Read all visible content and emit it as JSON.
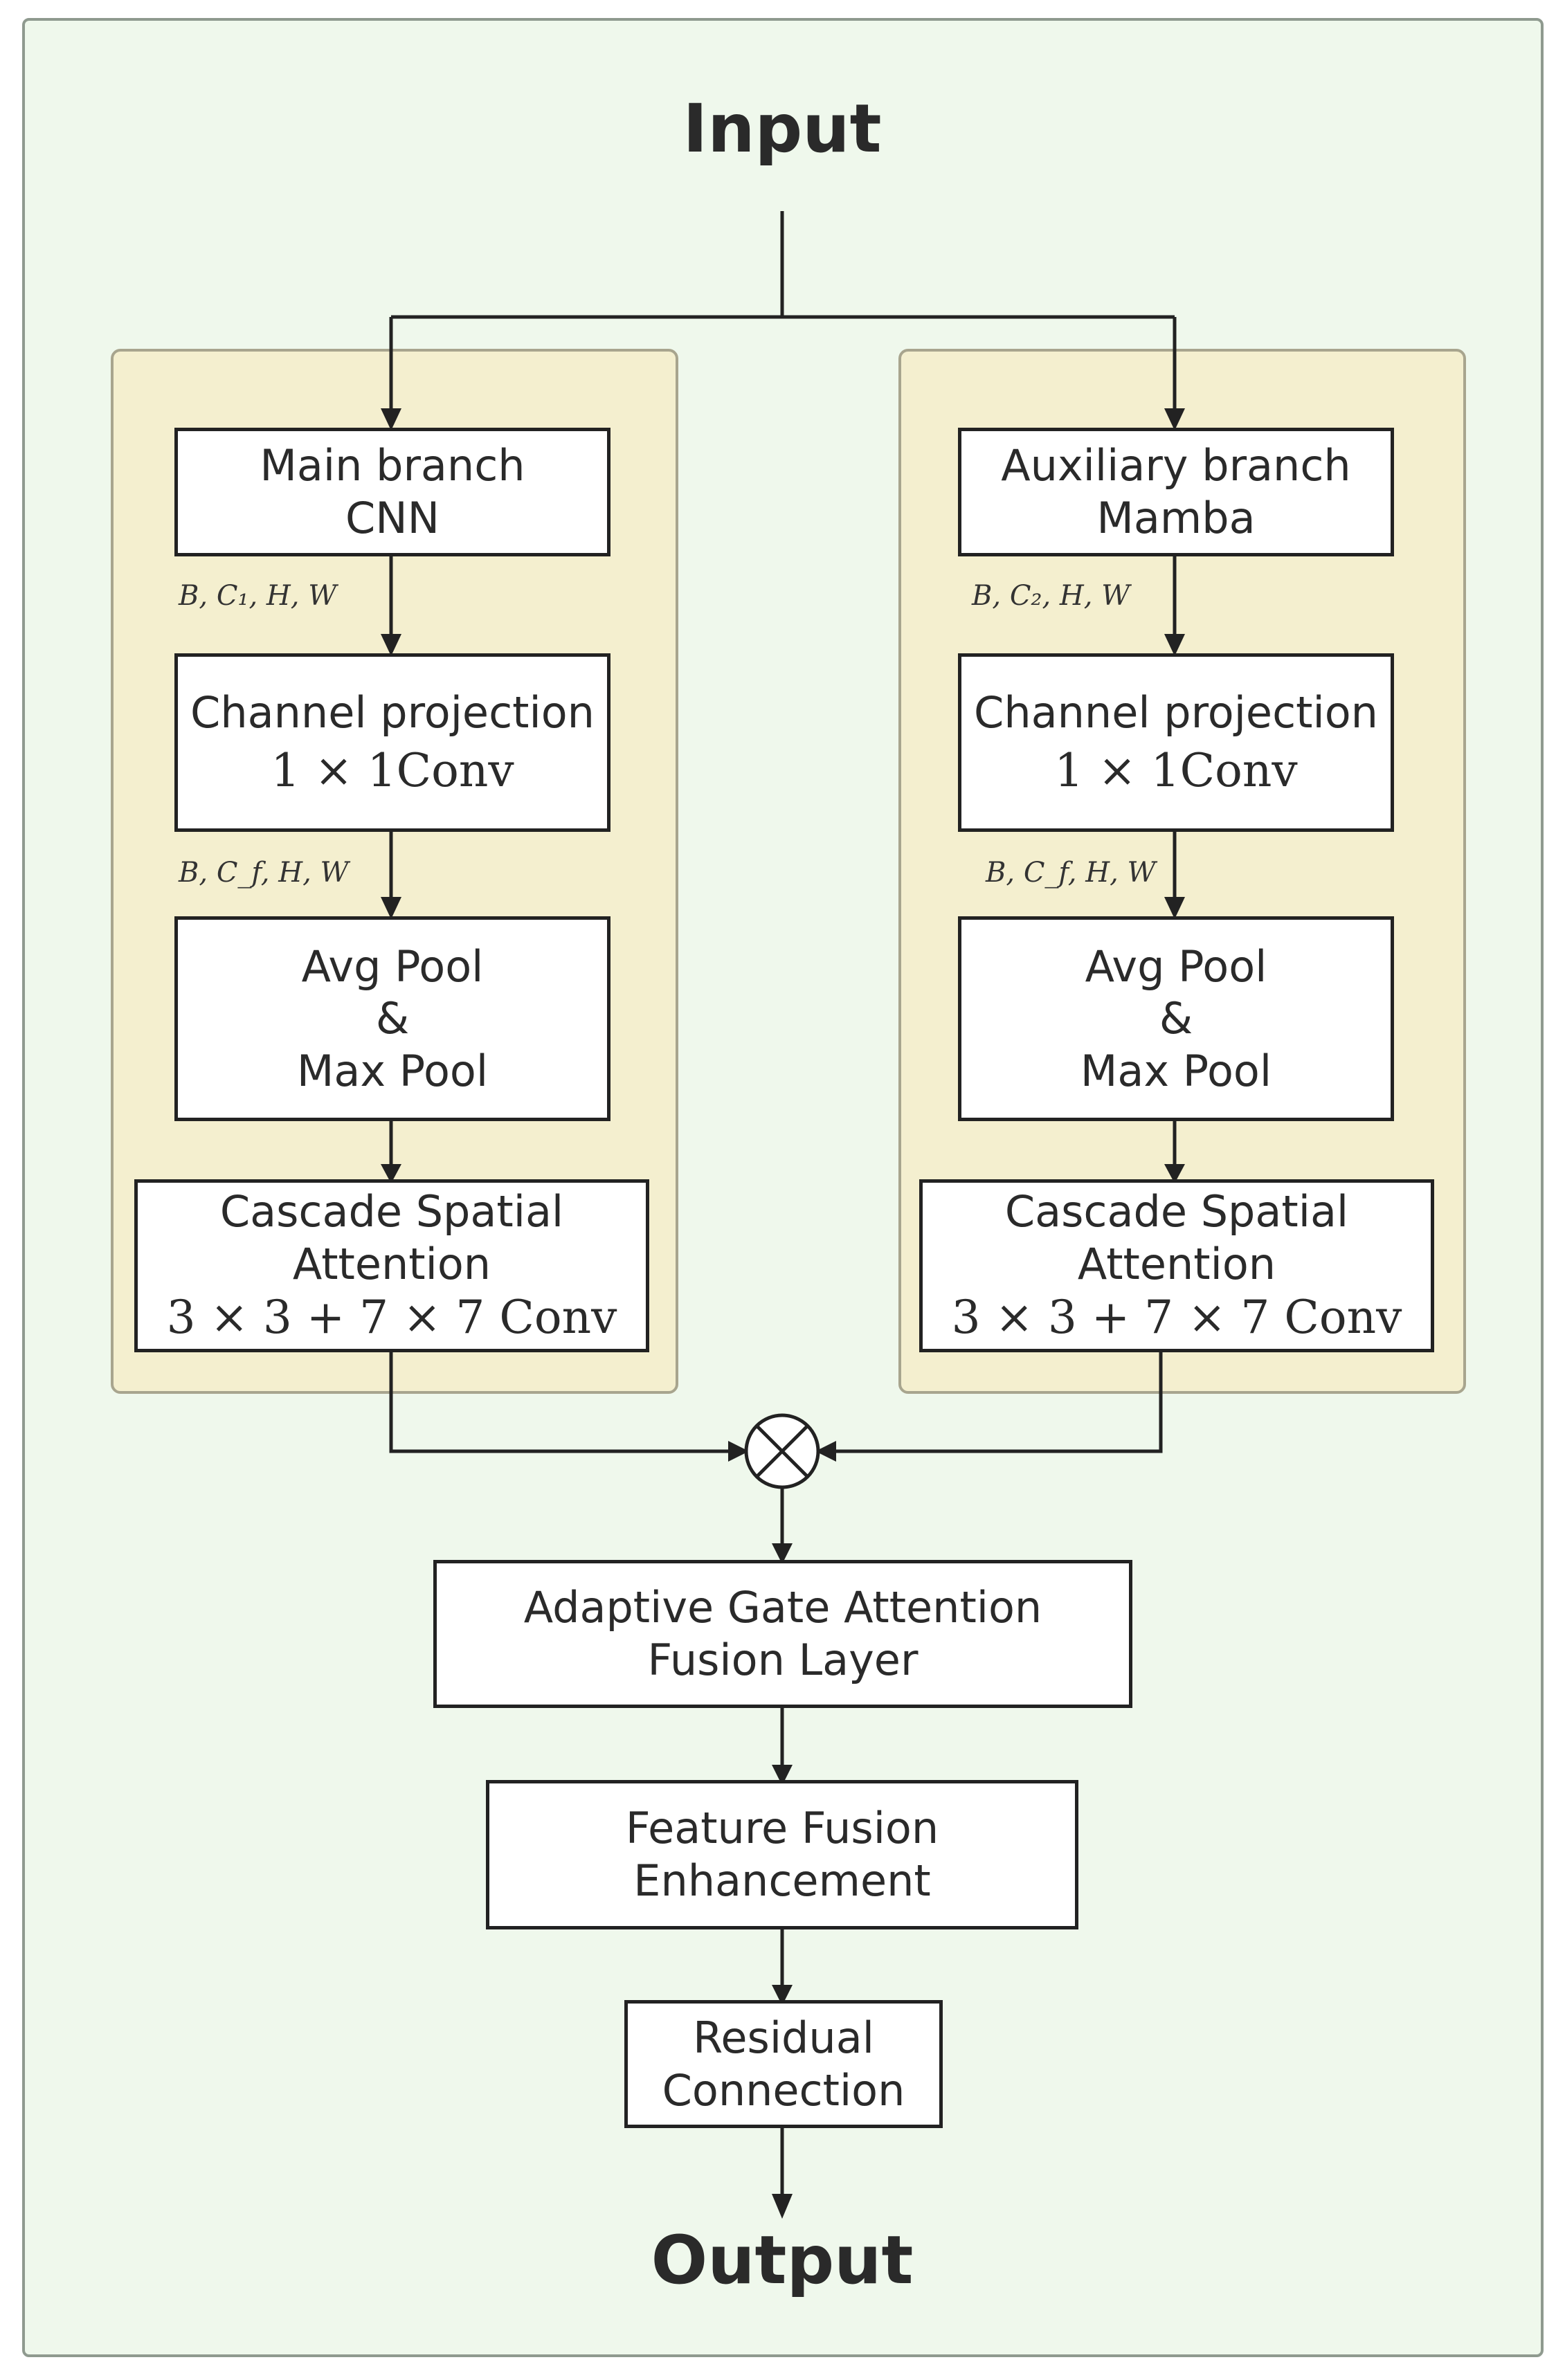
{
  "title": "Input",
  "output": "Output",
  "left_branch": {
    "branch": [
      "Main branch",
      "CNN"
    ],
    "shape_1": "B, C₁, H, W",
    "proj": {
      "title": "Channel projection",
      "math": "1 × 1Conv"
    },
    "shape_2": "B, C_f, H, W",
    "pool": [
      "Avg Pool",
      "&",
      "Max Pool"
    ],
    "csa": {
      "title": [
        "Cascade Spatial",
        "Attention"
      ],
      "math": "3 × 3 + 7 × 7  Conv"
    }
  },
  "right_branch": {
    "branch": [
      "Auxiliary branch",
      "Mamba"
    ],
    "shape_1": "B, C₂, H, W",
    "proj": {
      "title": "Channel projection",
      "math": "1 × 1Conv"
    },
    "shape_2": "B, C_f, H, W",
    "pool": [
      "Avg Pool",
      "&",
      "Max Pool"
    ],
    "csa": {
      "title": [
        "Cascade Spatial",
        "Attention"
      ],
      "math": "3 × 3 + 7 × 7  Conv"
    }
  },
  "fusion_symbol": "multiply",
  "agaf": [
    "Adaptive Gate Attention",
    "Fusion Layer"
  ],
  "ffe": [
    "Feature Fusion",
    "Enhancement"
  ],
  "residual": [
    "Residual",
    "Connection"
  ],
  "colors": {
    "background": "#eff8ec",
    "branch_panel": "#f4efcf",
    "box": "#ffffff",
    "line": "#222222"
  }
}
